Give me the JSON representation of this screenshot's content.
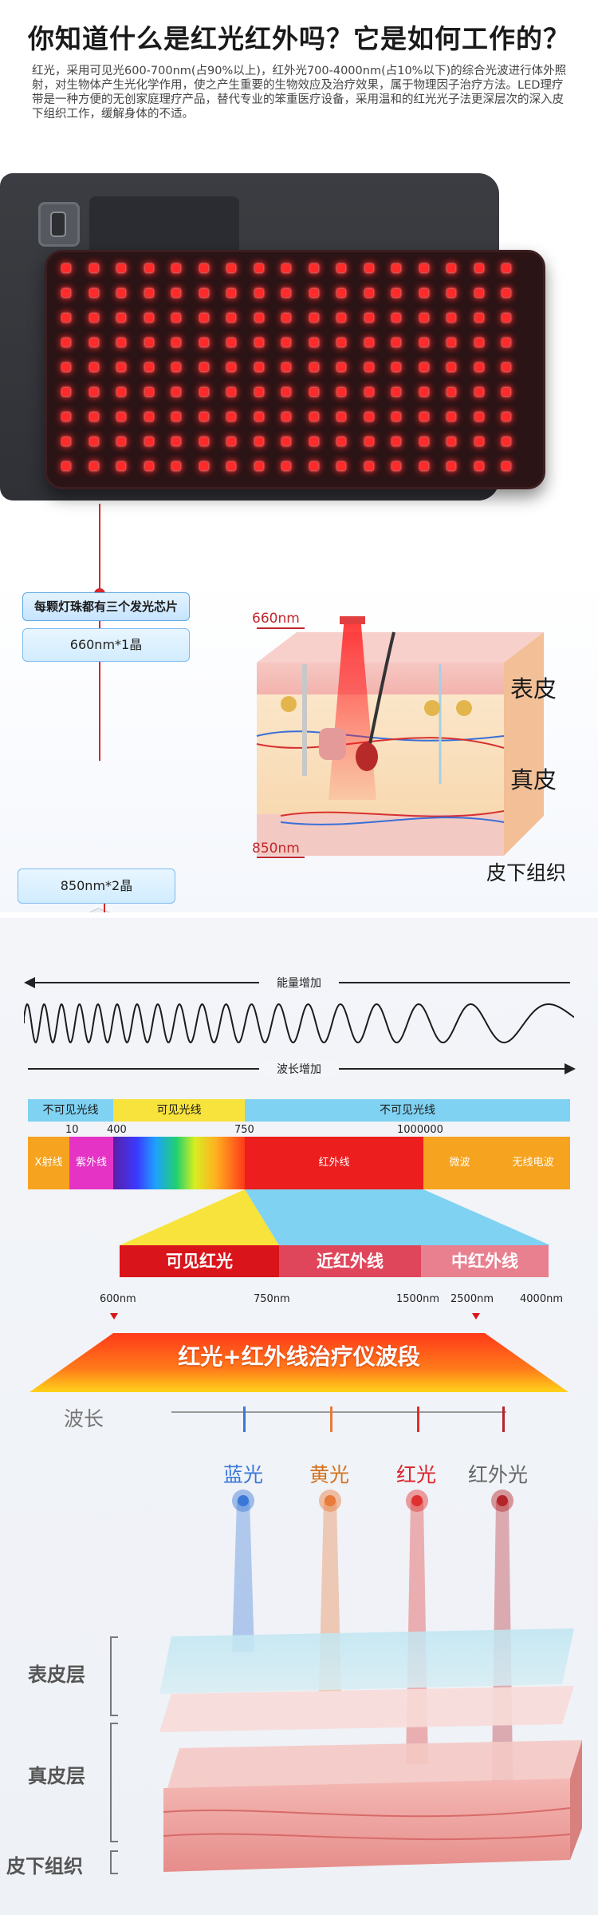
{
  "intro": {
    "title": "你知道什么是红光红外吗？它是如何工作的？",
    "description": "红光，采用可见光600-700nm(占90%以上)，红外光700-4000nm(占10%以下)的综合光波进行体外照射，对生物体产生光化学作用，使之产生重要的生物效应及治疗效果，属于物理因子治疗方法。LED理疗带是一种方便的无创家庭理疗产品，替代专业的笨重医疗设备，采用温和的红光光子法更深层次的深入皮下组织工作，缓解身体的不适。"
  },
  "pad": {
    "led_rows": 9,
    "led_cols": 17,
    "led_color": "#ff2a2a",
    "chip_note": "每颗灯珠都有三个发光芯片",
    "chip_660": "660nm*1晶",
    "chip_850": "850nm*2晶"
  },
  "skin_diagram": {
    "nm_660": "660nm",
    "nm_850": "850nm",
    "layer_epidermis": "表皮",
    "layer_dermis": "真皮",
    "layer_subcutis": "皮下组织"
  },
  "spectrum": {
    "energy_label": "能量增加",
    "wavelength_label": "波长增加",
    "bands": [
      "不可见光线",
      "可见光线",
      "不可见光线"
    ],
    "ticks": [
      "10",
      "400",
      "750",
      "1000000"
    ],
    "cells": [
      "X射线",
      "紫外线",
      "红外线",
      "微波",
      "无线电波"
    ],
    "sub_bands": [
      "可见红光",
      "近红外线",
      "中红外线"
    ],
    "nm_ticks": [
      "600nm",
      "750nm",
      "1500nm",
      "2500nm",
      "4000nm"
    ],
    "banner": "红光+红外线治疗仪波段",
    "colors": {
      "band_blue": "#7fd2f2",
      "band_yellow": "#f8e33c",
      "xray": "#f6a31f",
      "uv": "#e533c6",
      "ir": "#ec1e1e",
      "micro": "#f6a31f",
      "radio": "#f6a31f",
      "sub_red": "#d9141a",
      "sub_mid": "#e0465b",
      "sub_light": "#e9808f"
    }
  },
  "penetration": {
    "wavelength_label": "波长",
    "lights": [
      "蓝光",
      "黄光",
      "红光",
      "红外光"
    ],
    "light_colors": [
      "#3a78d8",
      "#e87a3a",
      "#e0312f",
      "#b4252a"
    ],
    "label_colors": [
      "#3a78d8",
      "#d4721f",
      "#d9252b",
      "#666666"
    ],
    "layers": [
      "表皮层",
      "真皮层",
      "皮下组织"
    ]
  }
}
